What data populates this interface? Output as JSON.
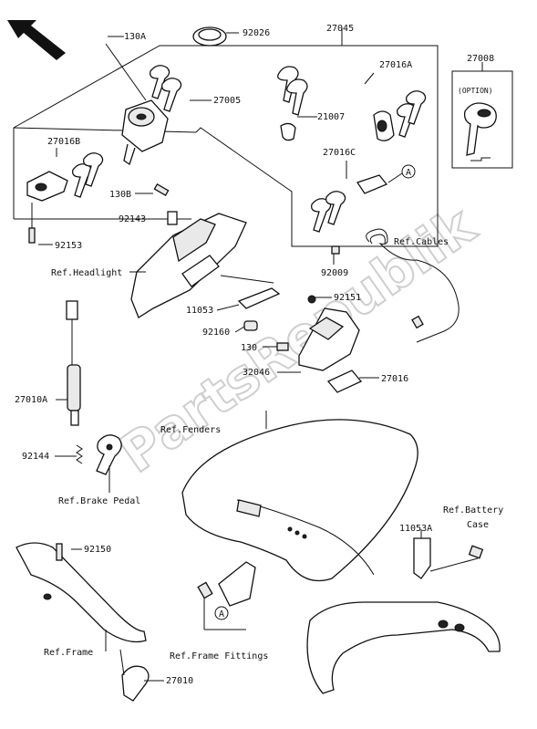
{
  "watermark": "PartsRepublik",
  "labels": {
    "p130a": "130A",
    "p92026": "92026",
    "p27045": "27045",
    "p27008": "27008",
    "option": "(OPTION)",
    "p27016a": "27016A",
    "p27005": "27005",
    "p21007": "21007",
    "p27016b": "27016B",
    "p27016c": "27016C",
    "p130b": "130B",
    "p92143": "92143",
    "p92153": "92153",
    "callout_a": "A",
    "ref_cables": "Ref.Cables",
    "p92009": "92009",
    "ref_headlight": "Ref.Headlight",
    "p92151": "92151",
    "p11053": "11053",
    "p92160": "92160",
    "p130": "130",
    "p27010a": "27010A",
    "p32046": "32046",
    "p27016": "27016",
    "ref_fenders": "Ref.Fenders",
    "p92144": "92144",
    "ref_brake_pedal": "Ref.Brake Pedal",
    "ref_battery_case_1": "Ref.Battery",
    "ref_battery_case_2": "Case",
    "p11053a": "11053A",
    "p92150": "92150",
    "ref_frame": "Ref.Frame",
    "ref_frame_fittings": "Ref.Frame Fittings",
    "p27010": "27010"
  },
  "colors": {
    "line": "#111111",
    "watermark": "#cfcfcf"
  },
  "icons": [
    "front-direction-arrow-icon"
  ]
}
